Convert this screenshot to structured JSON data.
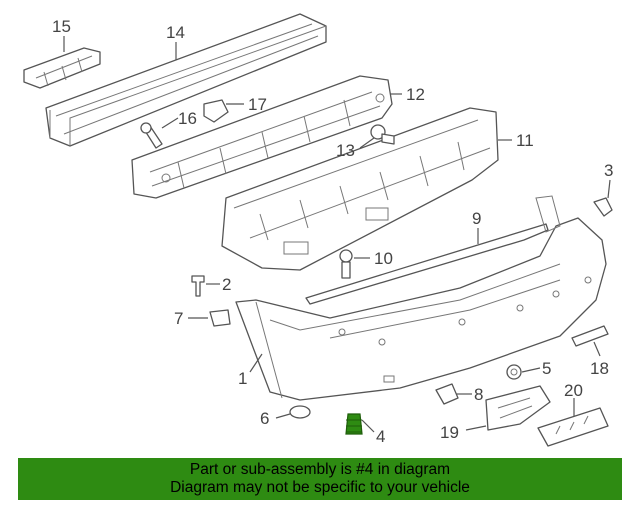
{
  "diagram": {
    "callouts": {
      "c1": "1",
      "c2": "2",
      "c3": "3",
      "c4": "4",
      "c5": "5",
      "c6": "6",
      "c7": "7",
      "c8": "8",
      "c9": "9",
      "c10": "10",
      "c11": "11",
      "c12": "12",
      "c13": "13",
      "c14": "14",
      "c15": "15",
      "c16": "16",
      "c17": "17",
      "c18": "18",
      "c19": "19",
      "c20": "20"
    },
    "highlighted_part": "4",
    "highlight_color": "#2e8b12"
  },
  "banner": {
    "line1": "Part or sub-assembly is #4 in diagram",
    "line2": "Diagram may not be specific to your vehicle",
    "background": "#2e8b12"
  }
}
